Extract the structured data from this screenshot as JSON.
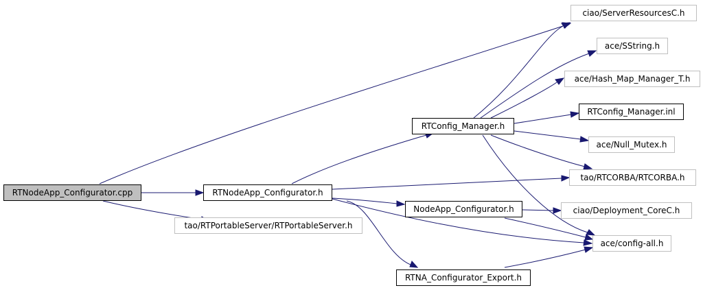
{
  "diagram": {
    "colors": {
      "edge": "#191970",
      "root_fill": "#bfbfbf",
      "node_border": "#000000",
      "external_border": "#bfbfbf"
    },
    "nodes": {
      "root": "RTNodeApp_Configurator.cpp",
      "rtnodeapp_h": "RTNodeApp_Configurator.h",
      "rtportable": "tao/RTPortableServer/RTPortableServer.h",
      "rtconfig_h": "RTConfig_Manager.h",
      "nodeapp_h": "NodeApp_Configurator.h",
      "rtna_export": "RTNA_Configurator_Export.h",
      "serverres": "ciao/ServerResourcesC.h",
      "sstring": "ace/SString.h",
      "hashmap": "ace/Hash_Map_Manager_T.h",
      "rtconfig_inl": "RTConfig_Manager.inl",
      "nullmutex": "ace/Null_Mutex.h",
      "rtcorba": "tao/RTCORBA/RTCORBA.h",
      "deployment": "ciao/Deployment_CoreC.h",
      "configall": "ace/config-all.h"
    }
  }
}
